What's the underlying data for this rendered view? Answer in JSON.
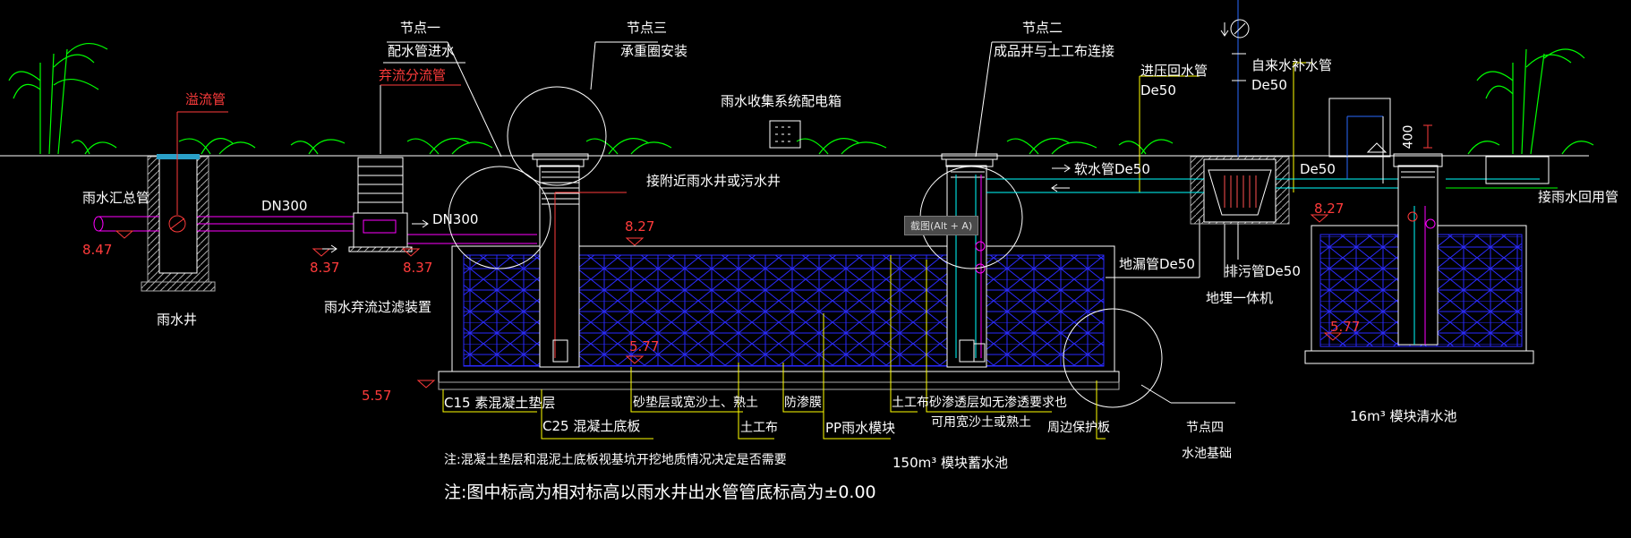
{
  "labels": {
    "node1": "节点一",
    "node1_desc": "配水管进水",
    "overflow_split": "弃流分流管",
    "overflow_pipe": "溢流管",
    "node3": "节点三",
    "node3_desc": "承重圈安装",
    "power_box": "雨水收集系统配电箱",
    "node2": "节点二",
    "node2_desc": "成品井与土工布连接",
    "pressure_return": "进压回水管",
    "pressure_return_size": "De50",
    "tap_water": "自来水补水管",
    "tap_water_size": "De50",
    "rain_main": "雨水汇总管",
    "dn300_a": "DN300",
    "dn300_b": "DN300",
    "connect_well": "接附近雨水井或污水井",
    "soft_pipe": "软水管De50",
    "de50_right": "De50",
    "reuse": "接雨水回用管",
    "leak_pipe": "地漏管De50",
    "drain_pipe": "排污管De50",
    "integrated": "地埋一体机",
    "rain_well": "雨水井",
    "filter_device": "雨水弃流过滤装置",
    "c15": "C15  素混凝土垫层",
    "c25": "C25  混凝土底板",
    "sand_layer": "砂垫层或宽沙土、熟土",
    "geotextile_a": "土工布",
    "membrane": "防渗膜",
    "pp_module": "PP雨水模块",
    "geotextile_b": "土工布",
    "sand_permeable": "砂渗透层如无渗透要求也",
    "sand_permeable_2": "可用宽沙土或熟土",
    "retaining": "周边保护板",
    "node4": "节点四",
    "node4_desc": "水池基础",
    "pool_150": "150m³  模块蓄水池",
    "pool_16": "16m³  模块清水池",
    "note1": "注:混凝土垫层和混泥土底板视基坑开挖地质情况决定是否需要",
    "note2": "注:图中标高为相对标高以雨水井出水管管底标高为±0.00",
    "tooltip": "截图(Alt + A)",
    "height_400": "400"
  },
  "elevations": {
    "e847": "8.47",
    "e837a": "8.37",
    "e837b": "8.37",
    "e827a": "8.27",
    "e827b": "8.27",
    "e577a": "5.77",
    "e577b": "5.77",
    "e557": "5.57"
  },
  "colors": {
    "background": "#000000",
    "line": "#ffffff",
    "pipe": "#ff00ff",
    "water": "#00ffff",
    "elevation": "#ff3b3b",
    "module": "#2222ff",
    "leader": "#ffff00",
    "plant": "#00ff00"
  }
}
